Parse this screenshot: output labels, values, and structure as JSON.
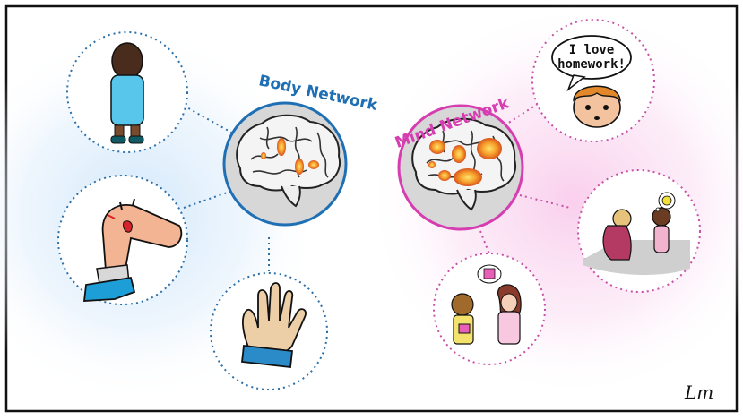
{
  "body_network": {
    "label": "Body Network",
    "color": "#1f6fb5",
    "glow": "#cfe6fb",
    "nodes": [
      {
        "name": "standing-child",
        "icon": "child-standing-icon"
      },
      {
        "name": "injured-knee",
        "icon": "injured-leg-icon"
      },
      {
        "name": "hand",
        "icon": "hand-icon"
      }
    ]
  },
  "mind_network": {
    "label": "Mind Network",
    "color": "#d63db0",
    "glow": "#f9d2ee",
    "nodes": [
      {
        "name": "homework-boy",
        "icon": "boy-speech-bubble-icon",
        "speech": [
          "I love",
          "homework!"
        ]
      },
      {
        "name": "sad-children",
        "icon": "sad-children-icon"
      },
      {
        "name": "gift-children",
        "icon": "gift-children-icon"
      }
    ]
  },
  "signature": "Lm",
  "colors": {
    "frame": "#111111",
    "dotted_line_body": "#2d6fa7",
    "dotted_line_mind": "#c94fa6",
    "activation": "#f39a2a"
  }
}
